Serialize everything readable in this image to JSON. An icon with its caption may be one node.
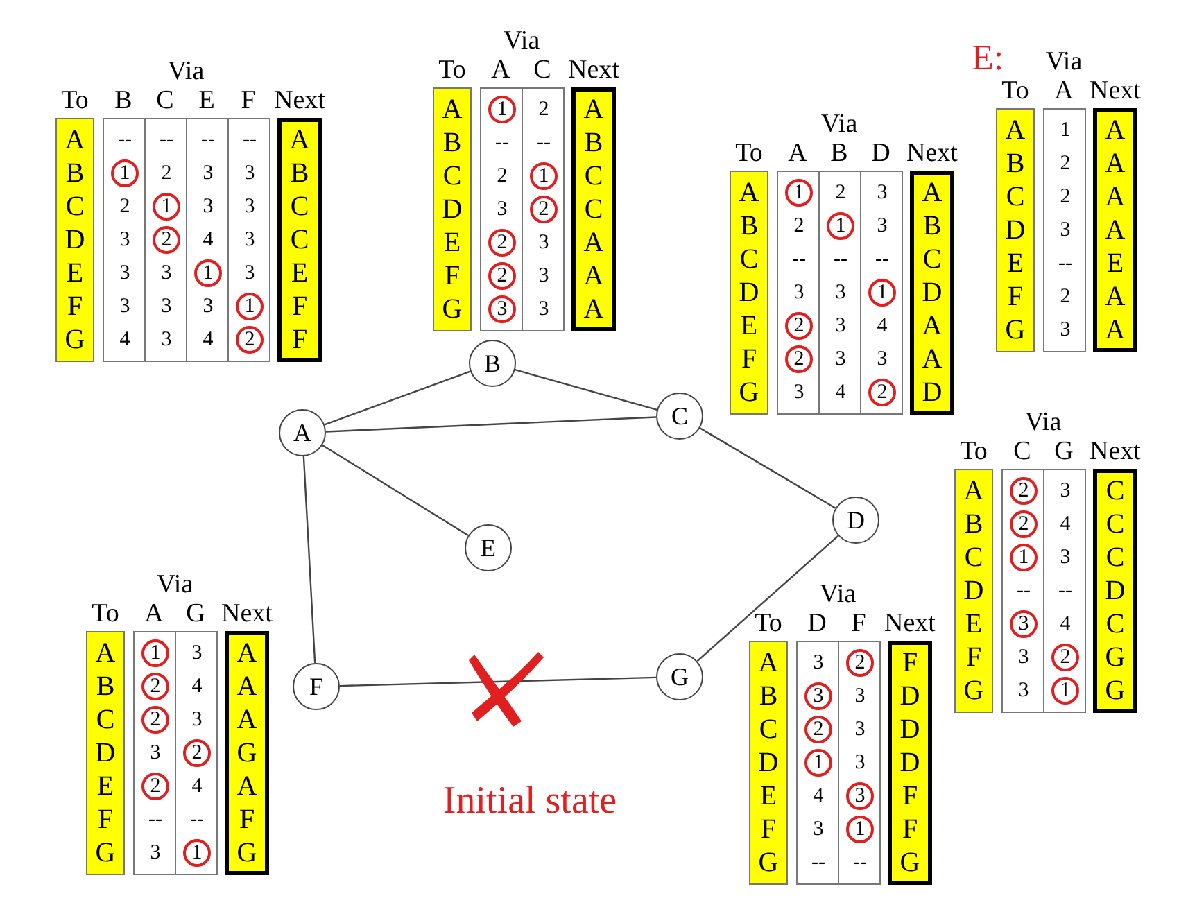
{
  "diagram": {
    "caption": "Initial state",
    "nodes": [
      {
        "text": [
          "A"
        ]
      },
      {
        "text": [
          "B"
        ]
      },
      {
        "text": [
          "C"
        ]
      },
      {
        "text": [
          "D"
        ]
      },
      {
        "text": [
          "E"
        ]
      },
      {
        "text": [
          "F"
        ]
      },
      {
        "text": [
          "G"
        ]
      }
    ],
    "edges": [
      {
        "from": 0,
        "to": 1,
        "arrow": "none"
      },
      {
        "from": 0,
        "to": 2,
        "arrow": "none"
      },
      {
        "from": 1,
        "to": 2,
        "arrow": "none"
      },
      {
        "from": 0,
        "to": 4,
        "arrow": "none"
      },
      {
        "from": 0,
        "to": 5,
        "arrow": "none"
      },
      {
        "from": 2,
        "to": 3,
        "arrow": "none"
      },
      {
        "from": 3,
        "to": 6,
        "arrow": "none"
      },
      {
        "from": 5,
        "to": 6,
        "arrow": "none"
      }
    ],
    "labels": [
      "Via",
      "To",
      "B",
      "C",
      "E",
      "F",
      "Next",
      "A",
      "--",
      "--",
      "--",
      "--",
      "A",
      "B",
      "1",
      "2",
      "3",
      "3",
      "B",
      "C",
      "2",
      "1",
      "3",
      "3",
      "C",
      "D",
      "3",
      "2",
      "4",
      "3",
      "C",
      "E",
      "3",
      "3",
      "1",
      "3",
      "E",
      "F",
      "3",
      "3",
      "3",
      "1",
      "F",
      "G",
      "4",
      "3",
      "4",
      "2",
      "F",
      "Via",
      "To",
      "A",
      "C",
      "Next",
      "A",
      "1",
      "2",
      "A",
      "B",
      "--",
      "--",
      "B",
      "C",
      "2",
      "1",
      "C",
      "D",
      "3",
      "2",
      "C",
      "E",
      "2",
      "3",
      "A",
      "F",
      "2",
      "3",
      "A",
      "G",
      "3",
      "3",
      "A",
      "E:",
      "Via",
      "To",
      "A",
      "Next",
      "A",
      "1",
      "A",
      "B",
      "2",
      "A",
      "C",
      "2",
      "A",
      "D",
      "3",
      "A",
      "E",
      "--",
      "E",
      "F",
      "2",
      "A",
      "G",
      "3",
      "A",
      "Via",
      "To",
      "A",
      "B",
      "D",
      "Next",
      "A",
      "1",
      "2",
      "3",
      "A",
      "B",
      "2",
      "1",
      "3",
      "B",
      "C",
      "--",
      "--",
      "--",
      "C",
      "D",
      "3",
      "3",
      "1",
      "D",
      "E",
      "2",
      "3",
      "4",
      "A",
      "F",
      "2",
      "3",
      "3",
      "A",
      "G",
      "3",
      "4",
      "2",
      "D",
      "Via",
      "To",
      "C",
      "G",
      "Next",
      "A",
      "2",
      "3",
      "C",
      "B",
      "2",
      "4",
      "C",
      "C",
      "1",
      "3",
      "C",
      "D",
      "--",
      "--",
      "D",
      "E",
      "3",
      "4",
      "C",
      "F",
      "3",
      "2",
      "G",
      "G",
      "3",
      "1",
      "G",
      "Via",
      "To",
      "A",
      "G",
      "Next",
      "A",
      "1",
      "3",
      "A",
      "B",
      "2",
      "4",
      "A",
      "C",
      "2",
      "3",
      "A",
      "D",
      "3",
      "2",
      "G",
      "E",
      "2",
      "4",
      "A",
      "F",
      "--",
      "--",
      "F",
      "G",
      "3",
      "1",
      "G",
      "Via",
      "To",
      "D",
      "F",
      "Next",
      "A",
      "3",
      "2",
      "F",
      "B",
      "3",
      "3",
      "D",
      "C",
      "2",
      "3",
      "D",
      "D",
      "1",
      "3",
      "D",
      "E",
      "4",
      "3",
      "F",
      "F",
      "3",
      "1",
      "F",
      "G",
      "--",
      "--",
      "G"
    ]
  }
}
